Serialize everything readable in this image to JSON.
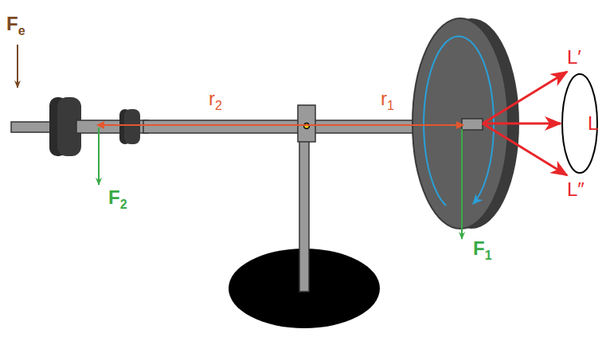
{
  "diagram": {
    "labels": [
      "Fe",
      "r2",
      "r1",
      "F2",
      "F1",
      "L′",
      "L",
      "L″"
    ]
  }
}
